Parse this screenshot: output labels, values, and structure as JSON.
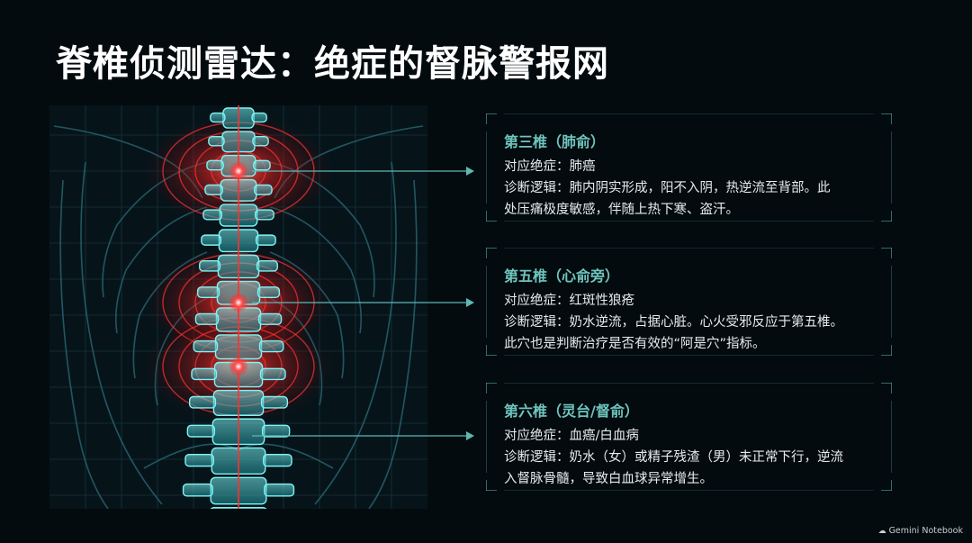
{
  "page": {
    "title": "脊椎侦测雷达：绝症的督脉警报网"
  },
  "cards": [
    {
      "title": "第三椎（肺俞）",
      "disease": "对应绝症：肺癌",
      "logic_line1": "诊断逻辑：肺内阴实形成，阳不入阴，热逆流至背部。此",
      "logic_line2": "处压痛极度敏感，伴随上热下寒、盗汗。"
    },
    {
      "title": "第五椎（心俞旁）",
      "disease": "对应绝症：红斑性狼疮",
      "logic_line1": "诊断逻辑：奶水逆流，占据心脏。心火受邪反应于第五椎。",
      "logic_line2": "此穴也是判断治疗是否有效的“阿是穴”指标。"
    },
    {
      "title": "第六椎（灵台/督俞）",
      "disease": "对应绝症：血癌/白血病",
      "logic_line1": "诊断逻辑：奶水（女）或精子残渣（男）未正常下行，逆流",
      "logic_line2": "入督脉骨髓，导致白血球异常增生。"
    }
  ],
  "watermark": {
    "text": "Gemini Notebook",
    "icon": "cloud-icon"
  },
  "colors": {
    "background": "#030b0e",
    "accent_teal": "#6fc4be",
    "hotspot_red": "#ff2a2a",
    "spine_cyan": "#3fd9e0"
  }
}
